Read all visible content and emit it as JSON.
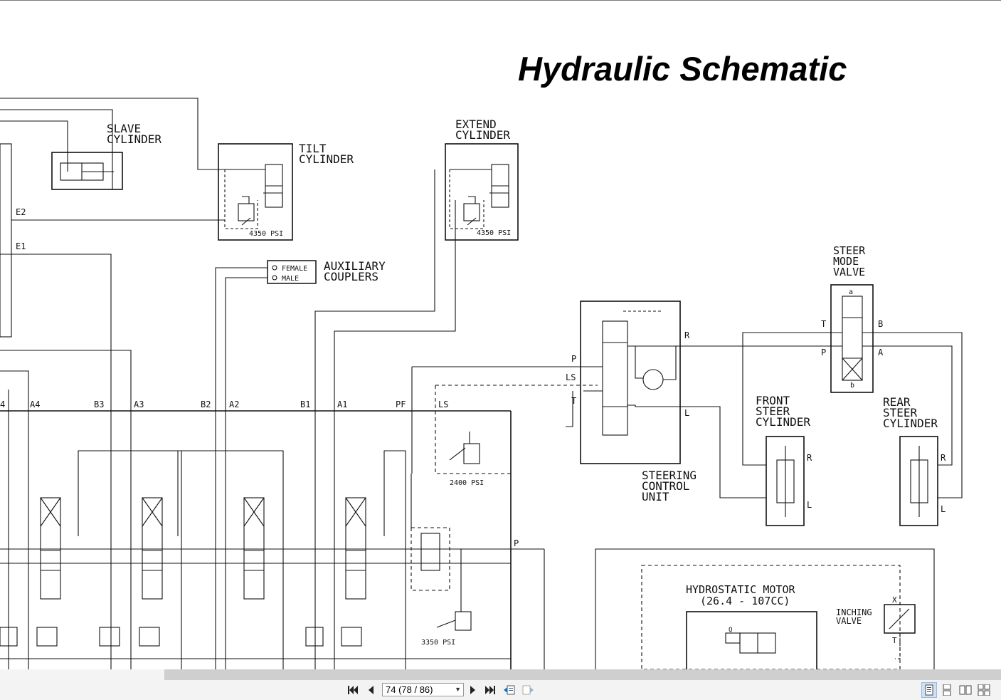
{
  "document": {
    "title": "Hydraulic Schematic"
  },
  "labels": {
    "slave_cylinder": [
      "SLAVE",
      "CYLINDER"
    ],
    "tilt_cylinder": [
      "TILT",
      "CYLINDER"
    ],
    "extend_cylinder": [
      "EXTEND",
      "CYLINDER"
    ],
    "relief_tilt": "4350 PSI",
    "relief_extend": "4350 PSI",
    "auxiliary_couplers": [
      "AUXILIARY",
      "COUPLERS"
    ],
    "coupler_female": "FEMALE",
    "coupler_male": "MALE",
    "steer_mode_valve": [
      "STEER",
      "MODE",
      "VALVE"
    ],
    "front_steer_cylinder": [
      "FRONT",
      "STEER",
      "CYLINDER"
    ],
    "rear_steer_cylinder": [
      "REAR",
      "STEER",
      "CYLINDER"
    ],
    "steering_control_unit": [
      "STEERING",
      "CONTROL",
      "UNIT"
    ],
    "hydrostatic_motor": [
      "HYDROSTATIC MOTOR",
      "(26.4 - 107CC)"
    ],
    "inching_valve": [
      "INCHING",
      "VALVE"
    ],
    "relief_2400": "2400 PSI",
    "relief_3350": "3350 PSI",
    "ports": {
      "e2": "E2",
      "e1": "E1",
      "a4_left": "4",
      "a4": "A4",
      "b3": "B3",
      "a3": "A3",
      "b2": "B2",
      "a2": "A2",
      "b1": "B1",
      "a1": "A1",
      "pf": "PF",
      "ls": "LS",
      "p_main": "P",
      "scu_p": "P",
      "scu_ls": "LS",
      "scu_t": "T",
      "scu_r": "R",
      "scu_l": "L",
      "smv_t": "T",
      "smv_b": "B",
      "smv_p": "P",
      "smv_a": "A",
      "smv_a_small": "a",
      "smv_b_small": "b",
      "front_r": "R",
      "front_l": "L",
      "rear_r": "R",
      "rear_l": "L",
      "inch_x": "X",
      "inch_t": "T",
      "motor_q": "Q"
    }
  },
  "viewer": {
    "page_field": "74 (78 / 86)",
    "buttons": [
      "first-page",
      "previous-page",
      "next-page",
      "last-page",
      "back-view",
      "forward-view"
    ],
    "view_modes": [
      "single-page",
      "continuous",
      "facing",
      "continuous-facing"
    ],
    "active_view_mode": "single-page"
  }
}
